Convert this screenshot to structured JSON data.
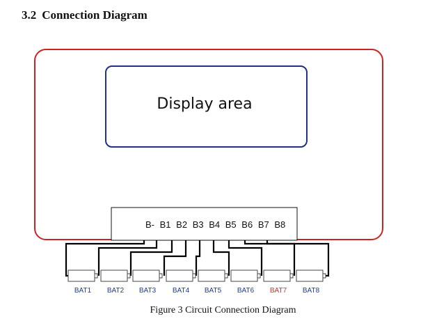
{
  "section": {
    "number": "3.2",
    "title": "Connection Diagram"
  },
  "diagram": {
    "display_label": "Display area",
    "connector_pins": [
      "B-",
      "B1",
      "B2",
      "B3",
      "B4",
      "B5",
      "B6",
      "B7",
      "B8"
    ],
    "batteries": [
      {
        "label": "BAT1",
        "color": "#1f3a93"
      },
      {
        "label": "BAT2",
        "color": "#1f3a93"
      },
      {
        "label": "BAT3",
        "color": "#1f3a93"
      },
      {
        "label": "BAT4",
        "color": "#1f3a93"
      },
      {
        "label": "BAT5",
        "color": "#1f3a93"
      },
      {
        "label": "BAT6",
        "color": "#1f3a93"
      },
      {
        "label": "BAT7",
        "color": "#d42b2b"
      },
      {
        "label": "BAT8",
        "color": "#1f3a93"
      }
    ],
    "colors": {
      "outer_frame": "#cc2222",
      "display_frame": "#1f2f8a",
      "wire": "#000000"
    }
  },
  "caption": "Figure 3 Circuit Connection Diagram"
}
